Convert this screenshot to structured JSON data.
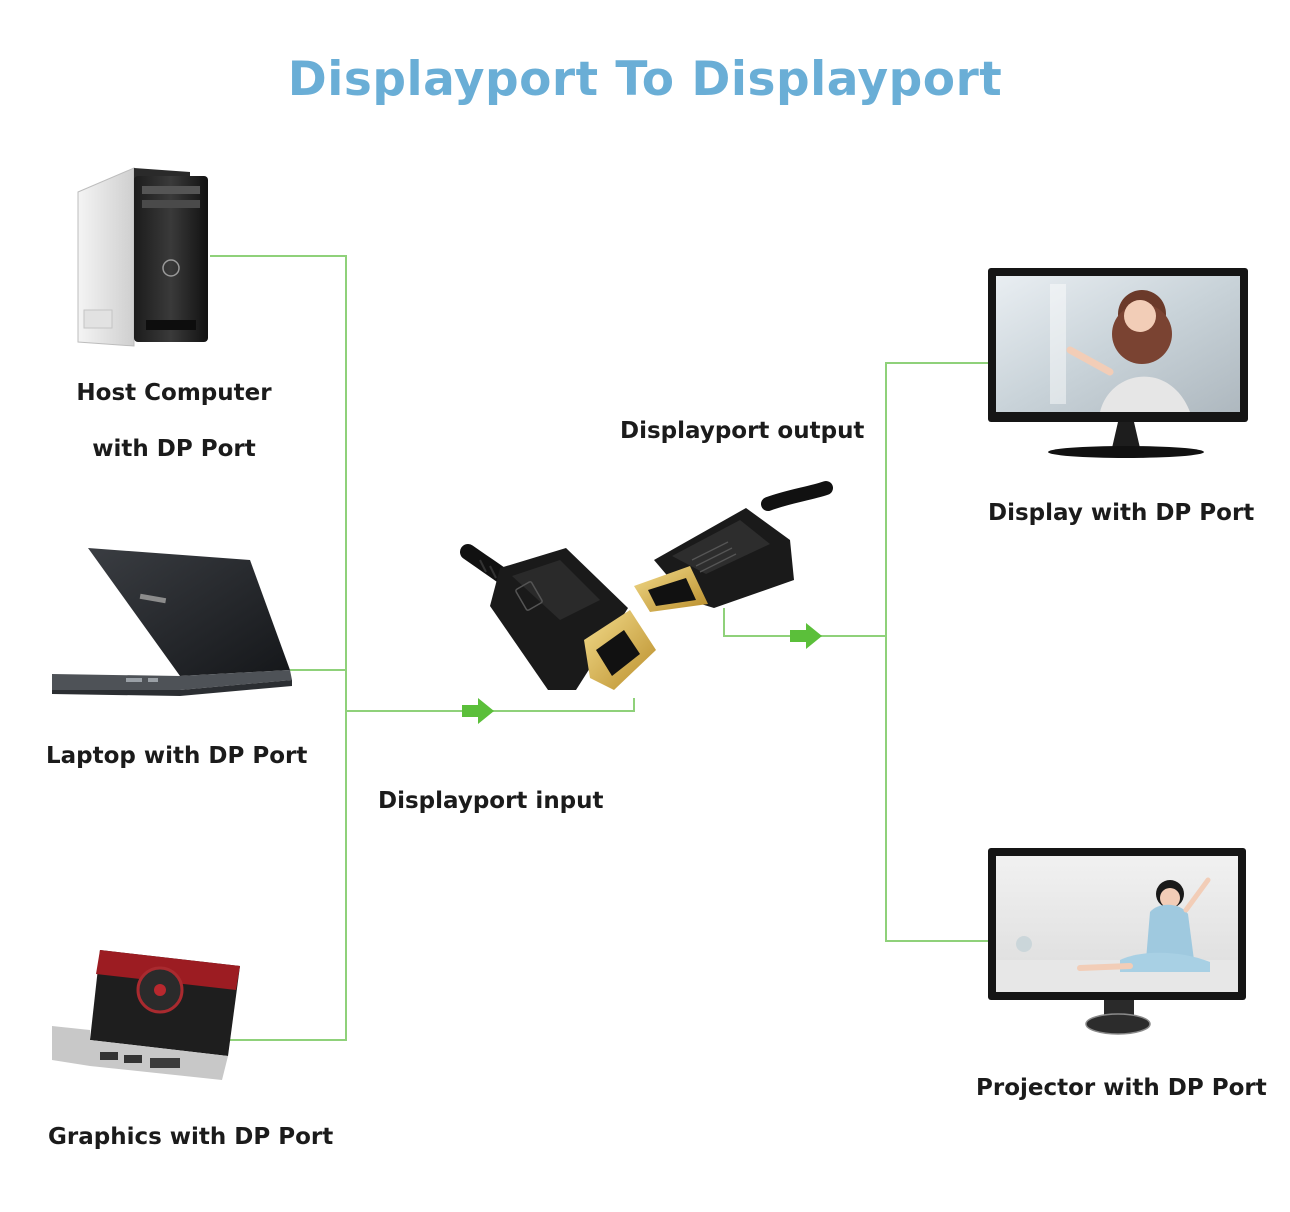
{
  "title": "Displayport To Displayport",
  "colors": {
    "title": "#6aaed6",
    "connector_line": "#8fd17a",
    "arrow": "#5bbf3a",
    "label": "#1b1b1b"
  },
  "sources": [
    {
      "id": "host",
      "label_line1": "Host Computer",
      "label_line2": "with DP Port",
      "icon": "desktop-tower-icon"
    },
    {
      "id": "laptop",
      "label": "Laptop with DP Port",
      "icon": "laptop-icon"
    },
    {
      "id": "graphics",
      "label": "Graphics with DP Port",
      "icon": "graphics-card-icon"
    }
  ],
  "cable": {
    "input_label": "Displayport input",
    "output_label": "Displayport output",
    "icon": "displayport-connector-icon"
  },
  "targets": [
    {
      "id": "display",
      "label": "Display with DP Port",
      "icon": "monitor-icon"
    },
    {
      "id": "projector",
      "label": "Projector with DP Port",
      "icon": "projector-screen-icon"
    }
  ]
}
